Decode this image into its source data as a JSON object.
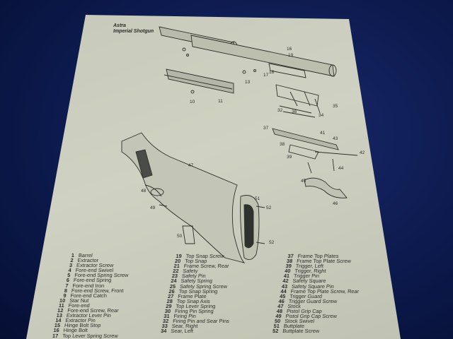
{
  "page": {
    "title_line1": "Astra",
    "title_line2": "Imperial Shotgun"
  },
  "diagram": {
    "callouts": [
      "10",
      "11",
      "13",
      "16",
      "17",
      "18",
      "19",
      "32",
      "34",
      "35",
      "36",
      "37",
      "38",
      "39",
      "41",
      "42",
      "43",
      "44",
      "45",
      "46",
      "47",
      "48",
      "49",
      "50",
      "51",
      "52",
      "52"
    ]
  },
  "parts_list": {
    "columns": [
      [
        {
          "n": "1",
          "name": "Barrel"
        },
        {
          "n": "2",
          "name": "Extractor"
        },
        {
          "n": "3",
          "name": "Extractor Screw"
        },
        {
          "n": "4",
          "name": "Fore-end Swivel"
        },
        {
          "n": "5",
          "name": "Fore-end Spring Screw"
        },
        {
          "n": "6",
          "name": "Fore-end Spring"
        },
        {
          "n": "7",
          "name": "Fore-end Iron"
        },
        {
          "n": "8",
          "name": "Fore-end Screw, Front"
        },
        {
          "n": "9",
          "name": "Fore-end Catch"
        },
        {
          "n": "10",
          "name": "Star Nut"
        },
        {
          "n": "11",
          "name": "Fore-end"
        },
        {
          "n": "12",
          "name": "Fore-end Screw, Rear"
        },
        {
          "n": "13",
          "name": "Extractor Lever Pin"
        },
        {
          "n": "14",
          "name": "Extractor Pin"
        },
        {
          "n": "15",
          "name": "Hinge Bolt Stop"
        },
        {
          "n": "16",
          "name": "Hinge Bolt"
        },
        {
          "n": "17",
          "name": "Top Lever Spring Screw"
        }
      ],
      [
        {
          "n": "19",
          "name": "Top Snap Screw"
        },
        {
          "n": "20",
          "name": "Top Snap"
        },
        {
          "n": "21",
          "name": "Frame Screw, Rear"
        },
        {
          "n": "22",
          "name": "Safety"
        },
        {
          "n": "23",
          "name": "Safety Pin"
        },
        {
          "n": "24",
          "name": "Safety Spring"
        },
        {
          "n": "25",
          "name": "Safety Spring Screw"
        },
        {
          "n": "26",
          "name": "Top Snap Spring"
        },
        {
          "n": "27",
          "name": "Frame Plate"
        },
        {
          "n": "28",
          "name": "Top Snap Axis"
        },
        {
          "n": "29",
          "name": "Top Lever Spring"
        },
        {
          "n": "30",
          "name": "Firing Pin Spring"
        },
        {
          "n": "31",
          "name": "Firing Pin"
        },
        {
          "n": "32",
          "name": "Firing Pin and Sear Pins"
        },
        {
          "n": "33",
          "name": "Sear, Right"
        },
        {
          "n": "34",
          "name": "Sear, Left"
        }
      ],
      [
        {
          "n": "37",
          "name": "Frame Top Plates"
        },
        {
          "n": "38",
          "name": "Frame Top Plate Screw"
        },
        {
          "n": "39",
          "name": "Trigger, Left"
        },
        {
          "n": "40",
          "name": "Trigger, Right"
        },
        {
          "n": "41",
          "name": "Trigger Pin"
        },
        {
          "n": "42",
          "name": "Safety Square"
        },
        {
          "n": "43",
          "name": "Safety Square Pin"
        },
        {
          "n": "44",
          "name": "Frame Top Plate Screw, Rear"
        },
        {
          "n": "45",
          "name": "Trigger Guard"
        },
        {
          "n": "46",
          "name": "Trigger Guard Screw"
        },
        {
          "n": "47",
          "name": "Stock"
        },
        {
          "n": "48",
          "name": "Pistol Grip Cap"
        },
        {
          "n": "49",
          "name": "Pistol Grip Cap Screw"
        },
        {
          "n": "50",
          "name": "Stock Swivel"
        },
        {
          "n": "51",
          "name": "Buttplate"
        },
        {
          "n": "52",
          "name": "Buttplate Screw"
        }
      ]
    ]
  },
  "colors": {
    "background": "#0b1848",
    "paper": "#c9cbbc",
    "ink": "#2b2e2a"
  }
}
